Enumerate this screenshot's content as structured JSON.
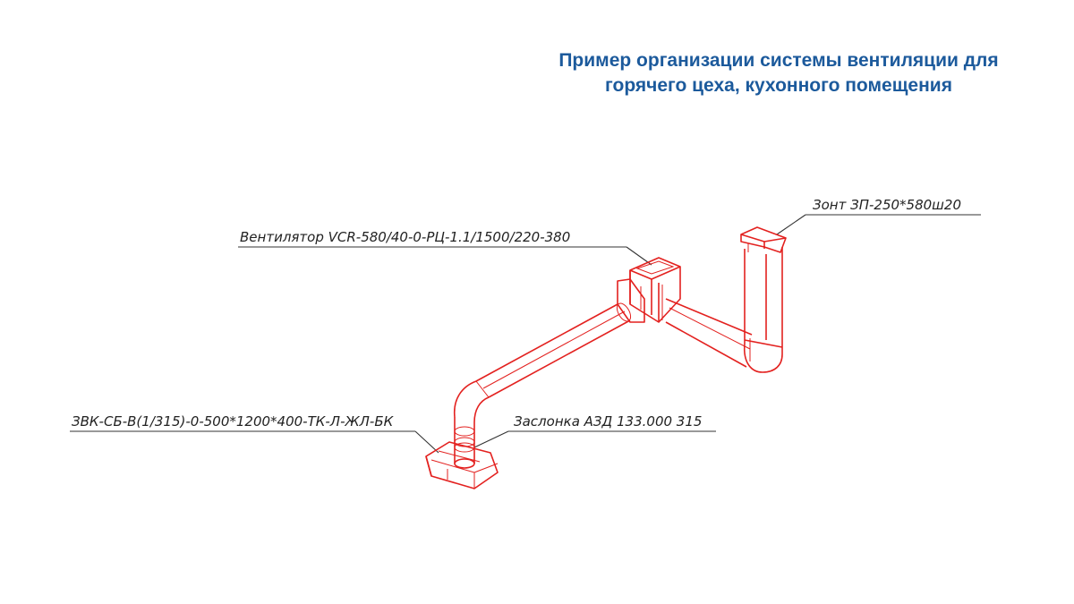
{
  "title": {
    "line1": "Пример организации системы вентиляции для",
    "line2": "горячего цеха, кухонного помещения"
  },
  "labels": {
    "hood": "Зонт ЗП-250*580ш20",
    "fan": "Вентилятор VCR-580/40-0-РЦ-1.1/1500/220-380",
    "exhaust": "ЗВК-СБ-В(1/315)-0-500*1200*400-ТК-Л-ЖЛ-БК",
    "damper": "Заслонка АЗД 133.000   315"
  },
  "colors": {
    "title": "#1c5a9c",
    "duct": "#e3211f",
    "annotation": "#222222"
  }
}
